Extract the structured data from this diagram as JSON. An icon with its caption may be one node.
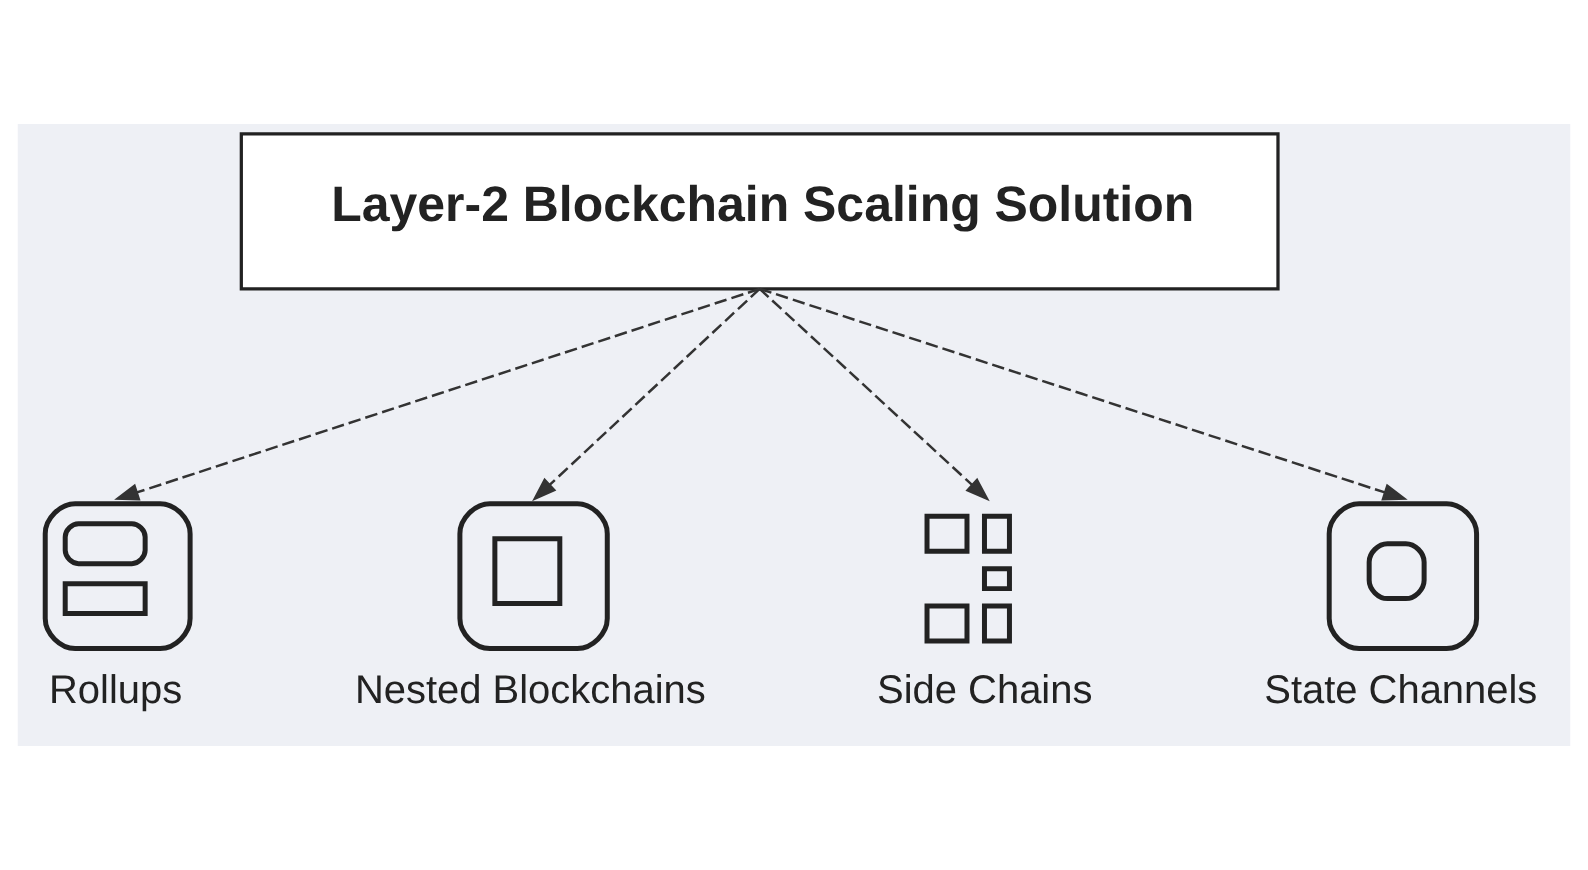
{
  "diagram": {
    "nodes": [
      {
        "text": [
          "Layer-2 Blockchain Scaling Solution"
        ]
      },
      {
        "text": [],
        "shape": "picture",
        "beside": [
          "Rollups"
        ]
      },
      {
        "text": [],
        "shape": "picture",
        "beside": [
          "Nested Blockchains"
        ]
      },
      {
        "text": [],
        "shape": "picture",
        "beside": [
          "Side Chains"
        ]
      },
      {
        "text": [],
        "shape": "picture",
        "beside": [
          "State Channels"
        ]
      }
    ],
    "edges": [
      {
        "from": 0,
        "to": 1,
        "arrow": "to",
        "style": "dashed"
      },
      {
        "from": 0,
        "to": 2,
        "arrow": "to",
        "style": "dashed"
      },
      {
        "from": 0,
        "to": 3,
        "arrow": "to",
        "style": "dashed"
      },
      {
        "from": 0,
        "to": 4,
        "arrow": "to",
        "style": "dashed"
      }
    ]
  }
}
